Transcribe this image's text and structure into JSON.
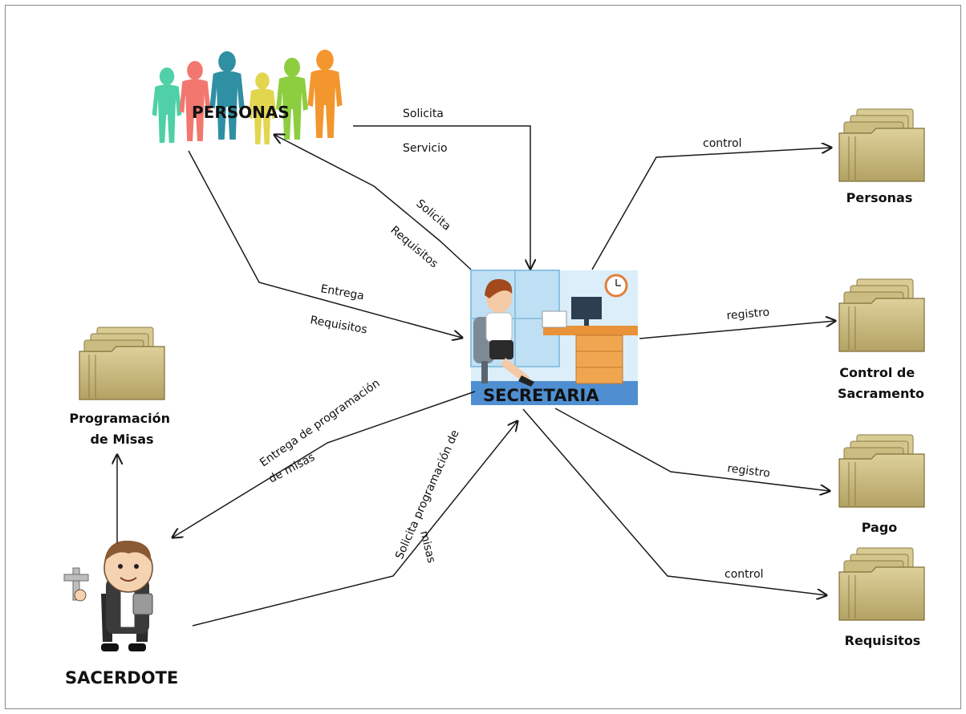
{
  "nodes": {
    "personas": "PERSONAS",
    "secretaria": "SECRETARIA",
    "sacerdote": "SACERDOTE",
    "programacion": [
      "Programación",
      "de Misas"
    ],
    "personas_db": [
      "Personas"
    ],
    "control_sacramento_db": [
      "Control de",
      "Sacramento"
    ],
    "pago_db": [
      "Pago"
    ],
    "requisitos_db": [
      "Requisitos"
    ]
  },
  "edges": {
    "solicita_servicio": [
      "Solicita",
      "Servicio"
    ],
    "solicita_requisitos": [
      "Solicita",
      "Requisitos"
    ],
    "entrega_requisitos": [
      "Entrega",
      "Requisitos"
    ],
    "entrega_programacion": [
      "Entrega de programación",
      "de misas"
    ],
    "solicita_programacion": [
      "Solicita programación de",
      "misas"
    ],
    "control_personas": "control",
    "registro_sacramento": "registro",
    "registro_pago": "registro",
    "control_requisitos": "control"
  },
  "colors": {
    "people": [
      "#4fd0a6",
      "#f2776f",
      "#2f8fa3",
      "#e3d64f",
      "#8cce3f",
      "#f3962d"
    ],
    "folder": "#c8b77a",
    "folder_dark": "#9e8e52",
    "line": "#1a1a1a"
  }
}
